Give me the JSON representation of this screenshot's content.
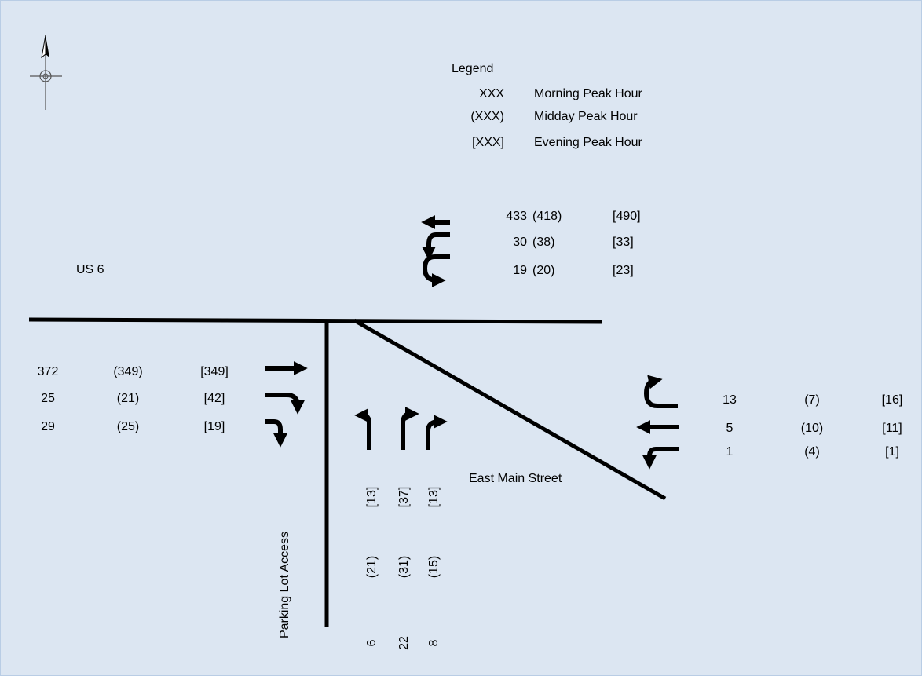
{
  "legend": {
    "title": "Legend",
    "rows": [
      {
        "key": "XXX",
        "label": "Morning Peak Hour"
      },
      {
        "key": "(XXX)",
        "label": "Midday Peak Hour"
      },
      {
        "key": "[XXX]",
        "label": "Evening Peak Hour"
      }
    ]
  },
  "roads": {
    "us6": "US 6",
    "east_main": "East Main Street",
    "parking": "Parking Lot Access"
  },
  "icons": [
    "north-arrow-icon",
    "through-arrow-icon",
    "left-turn-arrow-icon",
    "right-turn-arrow-icon",
    "u-turn-arrow-icon",
    "bear-right-arrow-icon"
  ],
  "westbound_us6": [
    {
      "movement": "through",
      "am": "433",
      "midday": "(418)",
      "pm": "[490]"
    },
    {
      "movement": "left",
      "am": "30",
      "midday": "(38)",
      "pm": "[33]"
    },
    {
      "movement": "u-turn",
      "am": "19",
      "midday": "(20)",
      "pm": "[23]"
    }
  ],
  "eastbound_us6": [
    {
      "movement": "through",
      "am": "372",
      "midday": "(349)",
      "pm": "[349]"
    },
    {
      "movement": "bear-right",
      "am": "25",
      "midday": "(21)",
      "pm": "[42]"
    },
    {
      "movement": "right",
      "am": "29",
      "midday": "(25)",
      "pm": "[19]"
    }
  ],
  "east_main_approach": [
    {
      "movement": "u-turn",
      "am": "13",
      "midday": "(7)",
      "pm": "[16]"
    },
    {
      "movement": "through",
      "am": "5",
      "midday": "(10)",
      "pm": "[11]"
    },
    {
      "movement": "left",
      "am": "1",
      "midday": "(4)",
      "pm": "[1]"
    }
  ],
  "parking_approach": [
    {
      "movement": "left",
      "am": "6",
      "midday": "(21)",
      "pm": "[13]"
    },
    {
      "movement": "bear-right",
      "am": "22",
      "midday": "(31)",
      "pm": "[37]"
    },
    {
      "movement": "right",
      "am": "8",
      "midday": "(15)",
      "pm": "[13]"
    }
  ]
}
